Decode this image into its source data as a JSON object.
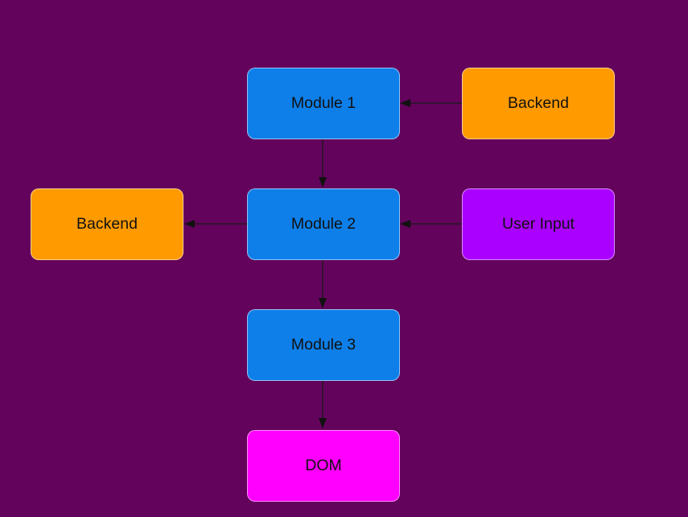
{
  "diagram": {
    "nodes": {
      "module1": {
        "label": "Module 1",
        "color": "#0e7fe9"
      },
      "module2": {
        "label": "Module 2",
        "color": "#0e7fe9"
      },
      "module3": {
        "label": "Module 3",
        "color": "#0e7fe9"
      },
      "dom": {
        "label": "DOM",
        "color": "#ff00ff"
      },
      "backend_top": {
        "label": "Backend",
        "color": "#ff9a00"
      },
      "backend_left": {
        "label": "Backend",
        "color": "#ff9a00"
      },
      "user_input": {
        "label": "User Input",
        "color": "#aa00ff"
      }
    },
    "edges": [
      {
        "from": "backend_top",
        "to": "module1"
      },
      {
        "from": "module1",
        "to": "module2"
      },
      {
        "from": "user_input",
        "to": "module2"
      },
      {
        "from": "module2",
        "to": "backend_left"
      },
      {
        "from": "module2",
        "to": "module3"
      },
      {
        "from": "module3",
        "to": "dom"
      }
    ]
  }
}
